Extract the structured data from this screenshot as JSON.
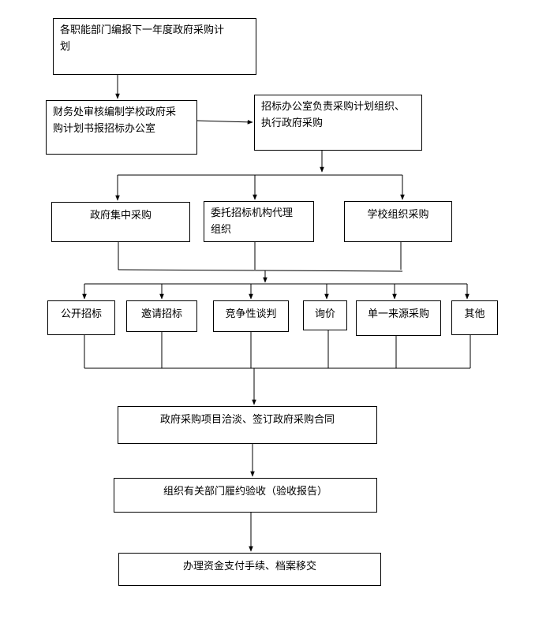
{
  "step1": {
    "line1": "各职能部门编报下一年度政府采购计",
    "line2": "划"
  },
  "step2": {
    "line1": "财务处审核编制学校政府采",
    "line2": "购计划书报招标办公室"
  },
  "step3": {
    "line1": "招标办公室负责采购计划组织、",
    "line2": "执行政府采购"
  },
  "organization": {
    "central": "政府集中采购",
    "agency": {
      "line1": "委托招标机构代理",
      "line2": "组织"
    },
    "school": "学校组织采购"
  },
  "methods": [
    "公开招标",
    "邀请招标",
    "竞争性谈判",
    "询价",
    "单一来源采购",
    "其他"
  ],
  "step_contract": "政府采购项目洽淡、签订政府采购合同",
  "step_acceptance": "组织有关部门履约验收（验收报告）",
  "step_payment": "办理资金支付手续、档案移交"
}
